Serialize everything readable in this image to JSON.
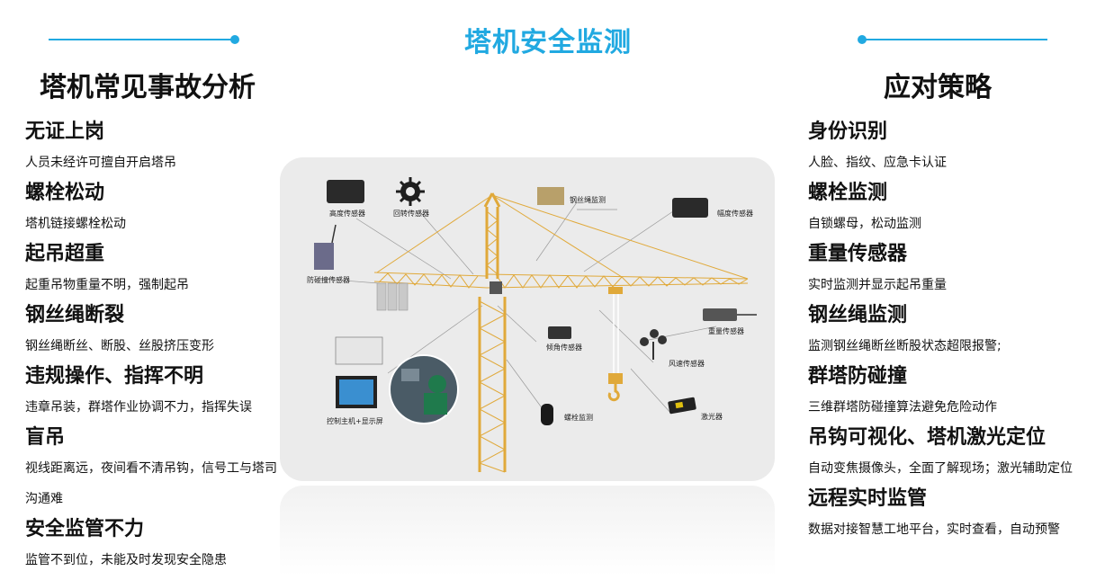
{
  "page_title": "塔机安全监测",
  "left_title": "塔机常见事故分析",
  "right_title": "应对策略",
  "left_items": [
    {
      "title": "无证上岗",
      "desc": "人员未经许可擅自开启塔吊"
    },
    {
      "title": "螺栓松动",
      "desc": "塔机链接螺栓松动"
    },
    {
      "title": "起吊超重",
      "desc": "起重吊物重量不明，强制起吊"
    },
    {
      "title": "钢丝绳断裂",
      "desc": "钢丝绳断丝、断股、丝股挤压变形"
    },
    {
      "title": "违规操作、指挥不明",
      "desc": "违章吊装，群塔作业协调不力，指挥失误"
    },
    {
      "title": "盲吊",
      "desc": "视线距离远，夜间看不清吊钩，信号工与塔司沟通难"
    },
    {
      "title": "安全监管不力",
      "desc": "监管不到位，未能及时发现安全隐患"
    }
  ],
  "right_items": [
    {
      "title": "身份识别",
      "desc": "人脸、指纹、应急卡认证"
    },
    {
      "title": "螺栓监测",
      "desc": "自锁螺母，松动监测"
    },
    {
      "title": "重量传感器",
      "desc": "实时监测并显示起吊重量"
    },
    {
      "title": "钢丝绳监测",
      "desc": "监测钢丝绳断丝断股状态超限报警;"
    },
    {
      "title": "群塔防碰撞",
      "desc": "三维群塔防碰撞算法避免危险动作"
    },
    {
      "title": "吊钩可视化、塔机激光定位",
      "desc": "自动变焦摄像头，全面了解现场；激光辅助定位"
    },
    {
      "title": "远程实时监管",
      "desc": "数据对接智慧工地平台，实时查看，自动预警"
    }
  ],
  "diagram_labels": {
    "height_sensor": "高度传感器",
    "slew_sensor": "回转传感器",
    "rope_monitor": "钢丝绳监测",
    "amplitude_sensor": "幅度传感器",
    "anticollision_sensor": "防碰撞传感器",
    "weight_sensor": "重量传感器",
    "tilt_sensor": "倾角传感器",
    "wind_sensor": "风速传感器",
    "controller": "控制主机+显示屏",
    "bolt_monitor": "螺栓监测",
    "laser": "激光器"
  },
  "colors": {
    "accent": "#21a9e1",
    "crane": "#e0a93a",
    "panel": "#ebebeb"
  }
}
